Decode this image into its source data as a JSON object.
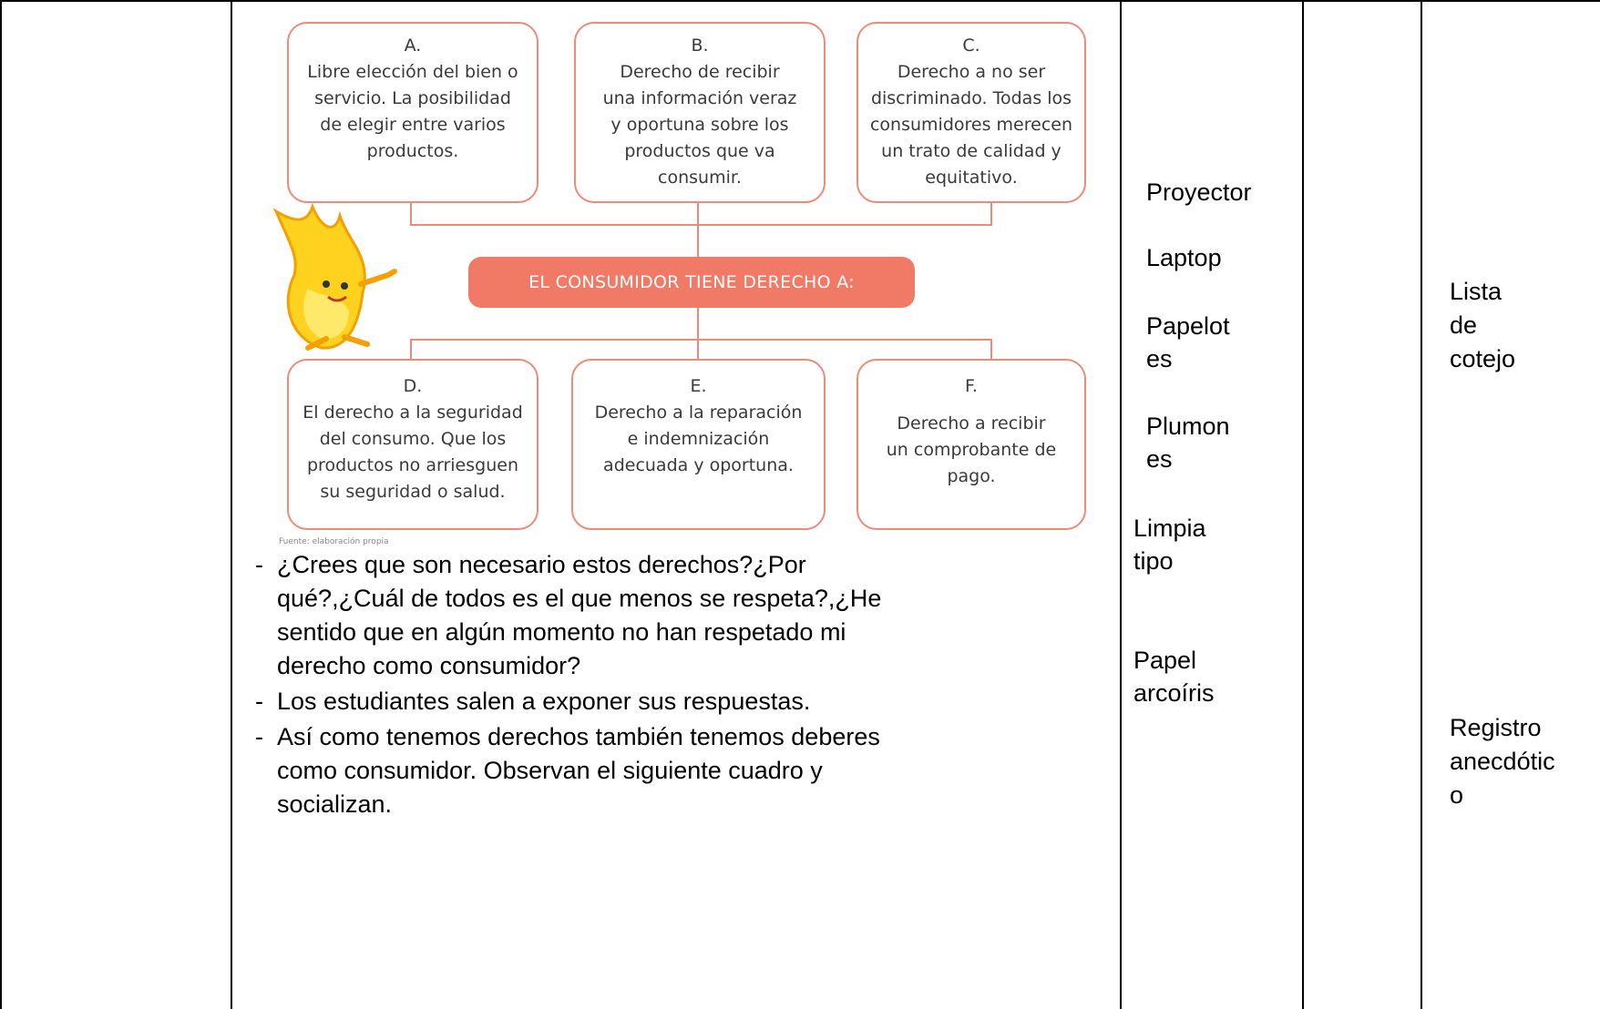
{
  "diagram": {
    "center_label": "EL CONSUMIDOR TIENE DERECHO A:",
    "source_note": "Fuente: elaboración propia",
    "boxes": [
      {
        "letter": "A.",
        "text": "Libre elección del bien o\nservicio. La posibilidad\nde elegir entre varios\nproductos."
      },
      {
        "letter": "B.",
        "text": "Derecho de recibir\nuna información veraz\ny oportuna sobre los\nproductos que va\nconsumir."
      },
      {
        "letter": "C.",
        "text": "Derecho a no ser\ndiscriminado. Todas los\nconsumidores merecen\nun trato de calidad y\nequitativo."
      },
      {
        "letter": "D.",
        "text": "El derecho a la seguridad\ndel  consumo. Que los\nproductos no arriesguen\nsu seguridad o salud."
      },
      {
        "letter": "E.",
        "text": "Derecho a la reparación\ne indemnización\nadecuada y oportuna."
      },
      {
        "letter": "F.",
        "text": "Derecho a recibir\nun comprobante de\npago."
      }
    ]
  },
  "activities": [
    "¿Crees que son necesario estos derechos?¿Por\nqué?,¿Cuál de todos es el que menos se respeta?,¿He\nsentido que en algún momento no han respetado mi\nderecho como consumidor?",
    "Los estudiantes salen a exponer sus respuestas.",
    "Así como tenemos derechos también tenemos deberes\ncomo consumidor. Observan el siguiente cuadro y\nsocializan."
  ],
  "resources": {
    "proyector": "Proyector",
    "laptop": "Laptop",
    "papelotes": "Papelot\nes",
    "plumones": "Plumon\nes",
    "limpiatipo": " Limpia\ntipo",
    "papel_arcoiris": " Papel\narcoíris"
  },
  "instruments": {
    "lista_cotejo": "Lista\nde\ncotejo",
    "registro_anecdotico": "Registro\nanecdótic\no"
  }
}
